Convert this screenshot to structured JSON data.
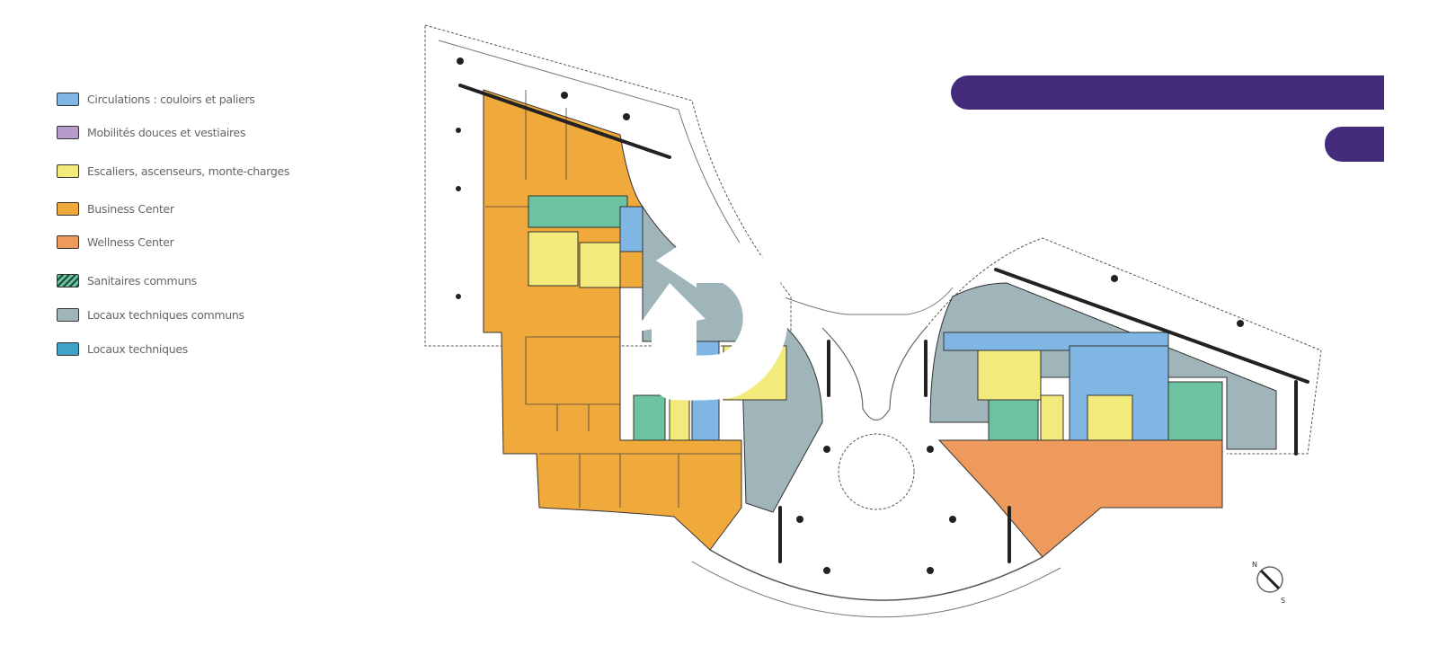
{
  "legend": {
    "items": [
      {
        "label": "Circulations : couloirs et paliers",
        "color": "#7fb6e3"
      },
      {
        "label": "Mobilités douces et vestiaires",
        "color": "#b59ccb"
      },
      {
        "label": "Escaliers, ascenseurs, monte-charges",
        "color": "#f2ea7a"
      },
      {
        "label": "Business Center",
        "color": "#f0a93b"
      },
      {
        "label": "Wellness Center",
        "color": "#ee9a5d"
      },
      {
        "label": "Sanitaires communs",
        "color": "#6cc3a0"
      },
      {
        "label": "Locaux techniques communs",
        "color": "#9fb5b9"
      },
      {
        "label": "Locaux techniques",
        "color": "#3fa3c9"
      }
    ]
  },
  "compass": {
    "north": "N",
    "south": "S"
  },
  "colors": {
    "accent_bar": "#452b7c",
    "overlay_icon": "#ffffff"
  },
  "overlay": {
    "icon": "replay-icon"
  }
}
